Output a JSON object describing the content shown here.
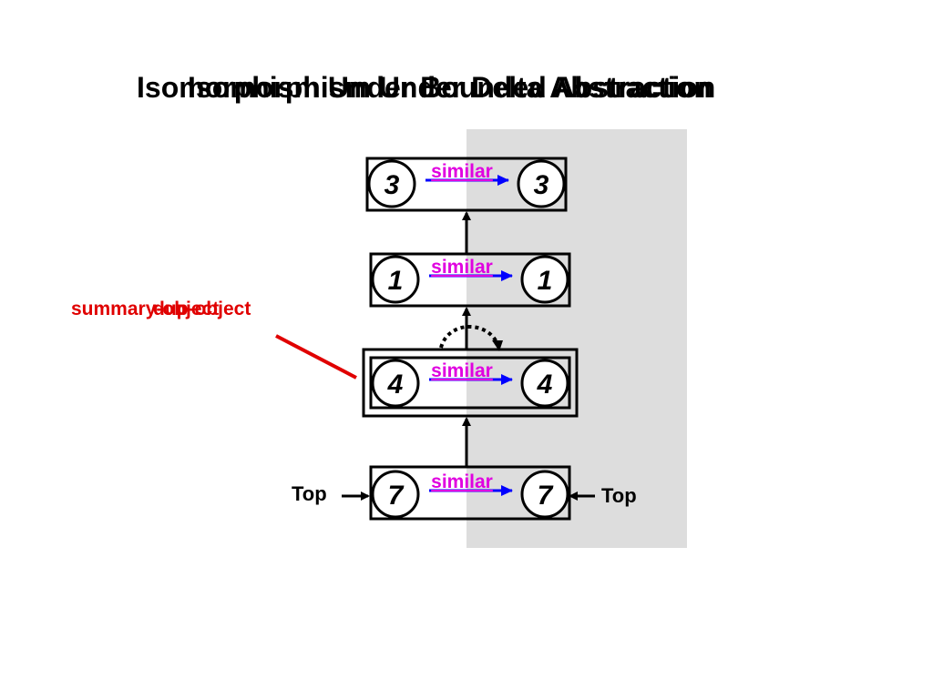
{
  "title_layers": [
    "Isomorphism Under Bounded Abstraction",
    "Isomorphism Under Delta Abstraction"
  ],
  "summary_label_layers": [
    "summary-object",
    "dup-object"
  ],
  "edge_label": "similar",
  "side_label": "Top",
  "nodes": [
    {
      "left": "3",
      "right": "3",
      "summary": false
    },
    {
      "left": "1",
      "right": "1",
      "summary": false
    },
    {
      "left": "4",
      "right": "4",
      "summary": true
    },
    {
      "left": "7",
      "right": "7",
      "summary": false
    }
  ],
  "colors": {
    "title": "#000000",
    "summary_label": "#e00000",
    "edge_label": "#e000e0",
    "similar_arrow": "#0000ff",
    "shading": "#dddddd",
    "outline": "#000000"
  }
}
